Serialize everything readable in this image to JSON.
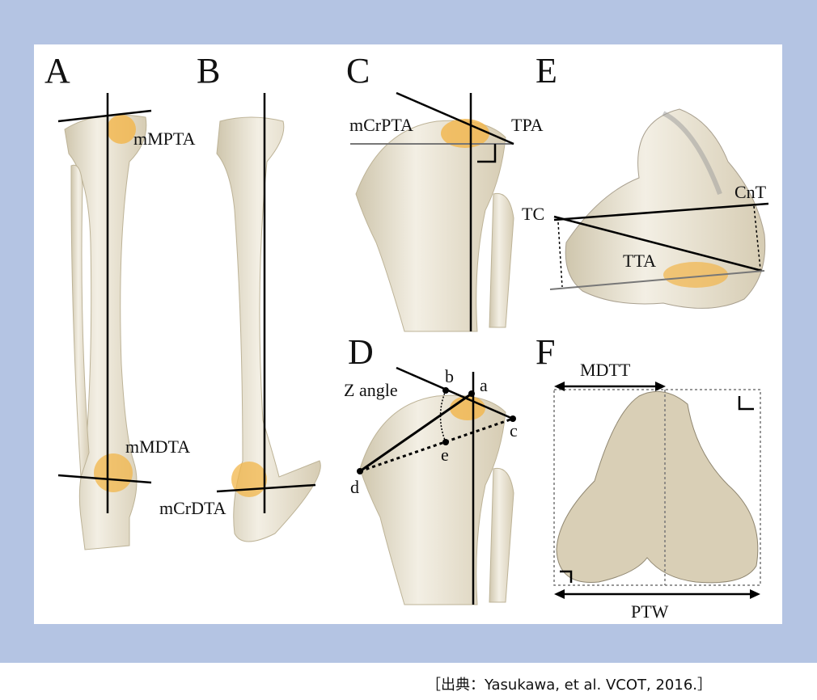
{
  "panels": {
    "A": {
      "letter": "A",
      "labels": {
        "top": "mMPTA",
        "bottom": "mMDTA"
      }
    },
    "B": {
      "letter": "B",
      "labels": {
        "bottom": "mCrDTA"
      }
    },
    "C": {
      "letter": "C",
      "labels": {
        "left": "mCrPTA",
        "right": "TPA"
      }
    },
    "D": {
      "letter": "D",
      "labels": {
        "angle": "Z angle",
        "a": "a",
        "b": "b",
        "c": "c",
        "d": "d",
        "e": "e"
      }
    },
    "E": {
      "letter": "E",
      "labels": {
        "cnt": "CnT",
        "tc": "TC",
        "tta": "TTA"
      }
    },
    "F": {
      "letter": "F",
      "labels": {
        "mdtt": "MDTT",
        "ptw": "PTW"
      }
    }
  },
  "caption": "［出典：Yasukawa, et al. VCOT, 2016.］",
  "colors": {
    "frame": "#b4c4e3",
    "bone": "#e9e3d2",
    "highlight": "#f2b54a"
  }
}
